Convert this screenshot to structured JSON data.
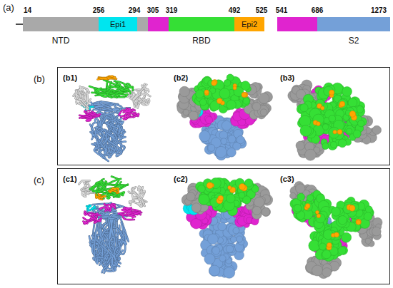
{
  "diagram": {
    "nodes": [
      {
        "text": [
          "NTD"
        ]
      },
      {
        "text": [
          "Epi1"
        ]
      },
      {
        "text": [
          "RBD"
        ]
      },
      {
        "text": [
          "Epi2"
        ]
      },
      {
        "text": [
          "S2"
        ]
      },
      {
        "text": [
          "(b)"
        ]
      },
      {
        "text": [
          "(b1)"
        ],
        "in": 5
      },
      {
        "text": [
          "(b2)"
        ],
        "in": 5
      },
      {
        "text": [
          "(b3)"
        ],
        "in": 5
      },
      {
        "text": [
          "(c)"
        ]
      },
      {
        "text": [
          "(c1)"
        ],
        "in": 9
      },
      {
        "text": [
          "(c2)"
        ],
        "in": 9
      },
      {
        "text": [
          "(c3)"
        ],
        "in": 9
      }
    ],
    "labels": [
      "(a)",
      "14",
      "256",
      "294",
      "305",
      "319",
      "492",
      "525",
      "541",
      "686",
      "1273"
    ]
  }
}
